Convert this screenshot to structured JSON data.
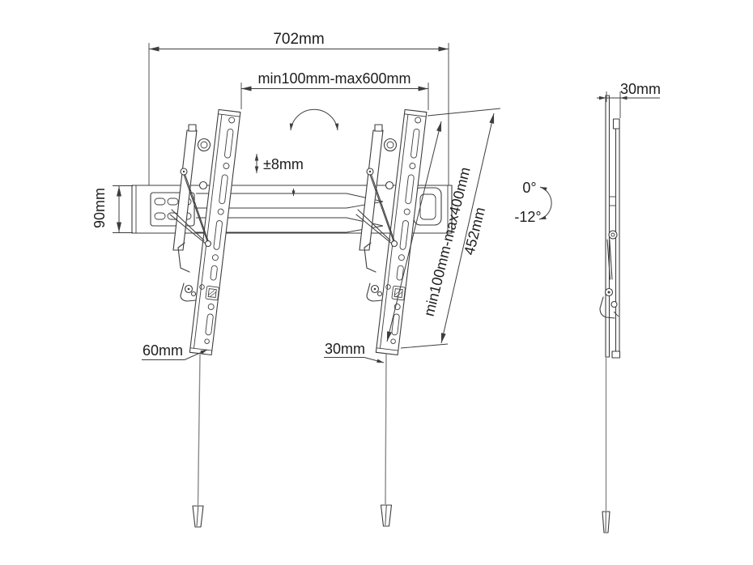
{
  "drawing": {
    "subject": "tilting TV wall mount",
    "front": {
      "total_width": "702mm",
      "vesa_width_range": "min100mm-max600mm",
      "height_adjust": "±8mm",
      "plate_height": "90mm",
      "vesa_height_range": "min100mm-max400mm",
      "bracket_length": "452mm",
      "bottom_left": "60mm",
      "bottom_right": "30mm"
    },
    "side": {
      "depth": "30mm",
      "tilt_max": "0°",
      "tilt_min": "-12°"
    },
    "colors": {
      "line": "#3d3d3d",
      "text": "#1d1d1d",
      "background": "#ffffff",
      "cord": "#8a8a8a"
    },
    "icons": {
      "tilt_arc": "curved-double-arrow",
      "height_adjust": "vertical-double-arrow",
      "tilt_angle": "curved-arrow-down",
      "center_marker": "small-vertical-arrow"
    }
  }
}
